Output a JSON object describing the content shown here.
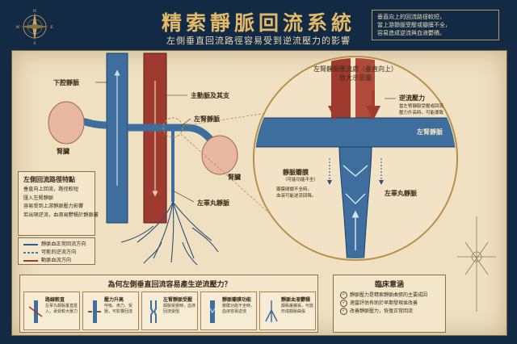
{
  "header": {
    "title": "精索靜脈回流系統",
    "subtitle": "左側垂直回流路徑容易受到逆流壓力的影響",
    "note_lines": [
      "垂直向上的回流路徑較短，",
      "當上游靜脈受壓或瓣膜不全，",
      "容易造成逆流與血液鬱積。"
    ]
  },
  "compass": {
    "n": "N",
    "s": "S",
    "e": "E",
    "w": "W"
  },
  "labels": {
    "ivc": "下腔靜脈",
    "aorta": "主動脈及其支",
    "left_renal_vein": "左腎靜脈",
    "kidney_left": "腎臟",
    "kidney_right": "腎臟",
    "left_testicular_vein": "左睪丸靜脈"
  },
  "features": {
    "heading": "左側回流路徑特點",
    "items": [
      "垂直向上回流，路徑較短",
      "匯入左腎靜脈",
      "容易受到上游靜脈壓力影響",
      "若出現逆流，血液易鬱積於靜脈叢"
    ]
  },
  "legend": {
    "items": [
      {
        "label": "靜脈血正常回流方向",
        "color": "#2f5d8a"
      },
      {
        "label": "可能的逆流方向",
        "color": "#4a78a8"
      },
      {
        "label": "動脈血流方向",
        "color": "#9e3b2e"
      }
    ]
  },
  "zoom": {
    "title": "左腎靜脈匯流處（垂直向上）",
    "subtitle": "放大示意圖",
    "reflux_pressure": "逆流壓力",
    "reflux_desc": [
      "當左腎靜脈受壓或回流",
      "壓力升高時，可能導致"
    ],
    "renal_vein": "左腎靜脈",
    "valve_title": "靜脈瓣膜",
    "valve_sub": "（可能功能不全）",
    "valve_desc": [
      "瓣膜閉鎖不全時，",
      "血液可能逆流回降。"
    ],
    "testicular_vein": "左睪丸靜脈"
  },
  "bottom": {
    "heading": "為何左側垂直回流容易產生逆流壓力？",
    "cards": [
      {
        "title": "路線較直",
        "desc": "左睪丸靜脈垂直匯入，承受較大壓力"
      },
      {
        "title": "壓力升高",
        "desc": "呼吸、用力、受壓，可影響回流"
      },
      {
        "title": "左腎靜脈受壓",
        "desc": "靜脈受壓時，血液回流受阻"
      },
      {
        "title": "靜脈瓣膜功能",
        "desc": "瓣膜功能不全時，血液容易逆流"
      },
      {
        "title": "靜脈血液鬱積",
        "desc": "靜脈叢擴張，可能形成靜脈曲張"
      }
    ]
  },
  "clinical": {
    "heading": "臨床意涵",
    "items": [
      "靜脈壓力是精索靜脈曲張的主要成因",
      "適當評估有助於早期發現並改善",
      "改善靜脈壓力，恢復正常回流"
    ]
  },
  "colors": {
    "vein": "#3d6e9e",
    "artery": "#9e3b2e",
    "paper": "#efe0c2",
    "frame": "#122a44",
    "title": "#e2b969"
  }
}
